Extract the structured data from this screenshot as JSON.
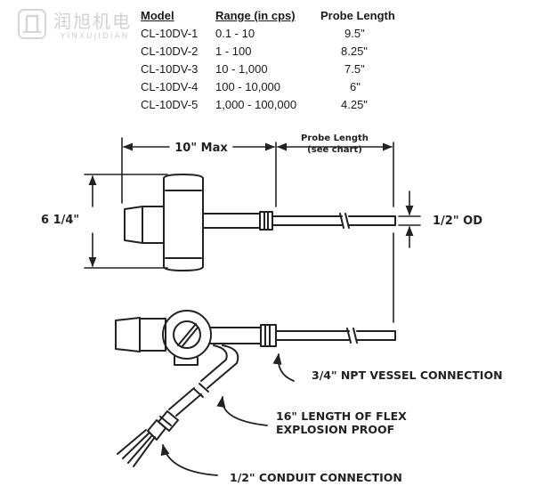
{
  "logo": {
    "cn_text": "润旭机电",
    "en_text": "YINXUJIDIAN",
    "mark_icon": "company-logo-icon"
  },
  "table": {
    "headers": [
      "Model",
      "Range (in cps)",
      "Probe Length"
    ],
    "rows": [
      {
        "model": "CL-10DV-1",
        "range": "0.1 - 10",
        "length": "9.5\""
      },
      {
        "model": "CL-10DV-2",
        "range": "1 - 100",
        "length": "8.25\""
      },
      {
        "model": "CL-10DV-3",
        "range": "10 - 1,000",
        "length": "7.5\""
      },
      {
        "model": "CL-10DV-4",
        "range": "100 - 10,000",
        "length": "6\""
      },
      {
        "model": "CL-10DV-5",
        "range": "1,000 - 100,000",
        "length": "4.25\""
      }
    ]
  },
  "diagram": {
    "dim_width": "10\" Max",
    "dim_probe_line1": "Probe Length",
    "dim_probe_line2": "(see chart)",
    "dim_height": "6 1/4\"",
    "dim_od": "1/2\" OD",
    "callout_vessel": "3/4\" NPT VESSEL CONNECTION",
    "callout_flex_line1": "16\" LENGTH OF FLEX",
    "callout_flex_line2": "EXPLOSION PROOF",
    "callout_conduit": "1/2\" CONDUIT CONNECTION"
  }
}
